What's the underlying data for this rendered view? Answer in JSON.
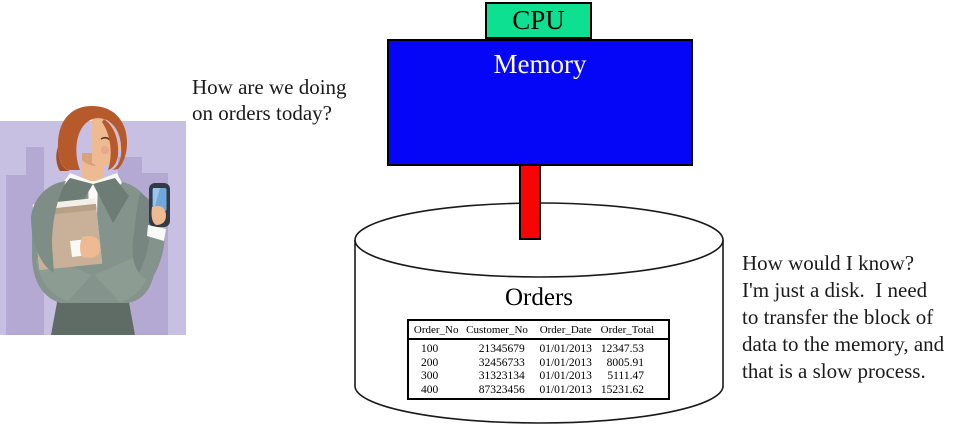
{
  "diagram": {
    "cpu_label": "CPU",
    "memory_label": "Memory",
    "disk_label": "Orders",
    "colors": {
      "cpu_fill": "#0de091",
      "memory_fill": "#0505f7",
      "connector_fill": "#f90404",
      "person_background": "#c7c0e2"
    }
  },
  "speech": {
    "left_lines": [
      "How are we doing",
      "on orders today?"
    ],
    "right_lines": [
      "How would I know?",
      "I'm just a disk.  I need",
      "to transfer the block of",
      "data to the memory, and",
      "that is a slow process."
    ]
  },
  "orders_table": {
    "columns": [
      "Order_No",
      "Customer_No",
      "Order_Date",
      "Order_Total"
    ],
    "rows": [
      [
        "100",
        "21345679",
        "01/01/2013",
        "12347.53"
      ],
      [
        "200",
        "32456733",
        "01/01/2013",
        "8005.91"
      ],
      [
        "300",
        "31323134",
        "01/01/2013",
        "5111.47"
      ],
      [
        "400",
        "87323456",
        "01/01/2013",
        "15231.62"
      ]
    ]
  }
}
